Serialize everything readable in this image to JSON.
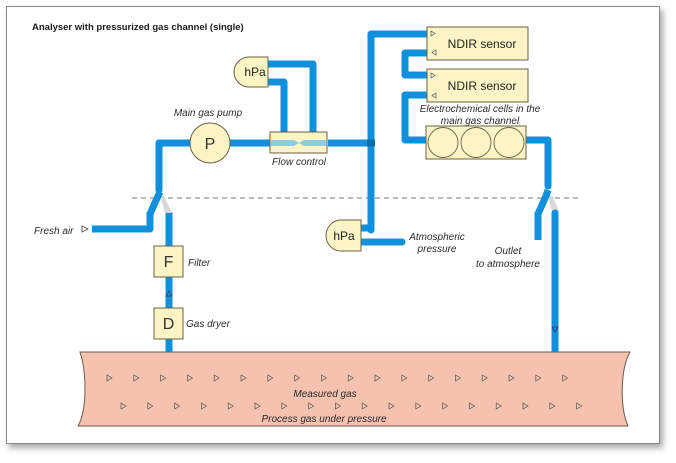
{
  "title": "Analyser with pressurized gas channel (single)",
  "colors": {
    "pipe": "#0f8fdc",
    "component_fill": "#fbf4c4",
    "process_gas_fill": "#f5c2ae",
    "valve_gray": "#d8d8d8"
  },
  "components": {
    "pump": {
      "symbol": "P",
      "label": "Main gas pump"
    },
    "flow_control": {
      "label": "Flow control"
    },
    "pressure_sensor_top": {
      "symbol": "hPa"
    },
    "pressure_sensor_atm": {
      "symbol": "hPa",
      "label_line1": "Atmospheric",
      "label_line2": "pressure"
    },
    "ndir_1": {
      "label": "NDIR sensor"
    },
    "ndir_2": {
      "label": "NDIR sensor"
    },
    "electrochemical": {
      "label_line1": "Electrochemical cells in the",
      "label_line2": "main gas channel",
      "cell_count": 3
    },
    "filter": {
      "symbol": "F",
      "label": "Filter"
    },
    "dryer": {
      "symbol": "D",
      "label": "Gas dryer"
    },
    "fresh_air": {
      "label": "Fresh air"
    },
    "outlet": {
      "label_line1": "Outlet",
      "label_line2": "to atmosphere"
    }
  },
  "process_gas": {
    "label_measured": "Measured gas",
    "label_process": "Process gas under pressure"
  }
}
